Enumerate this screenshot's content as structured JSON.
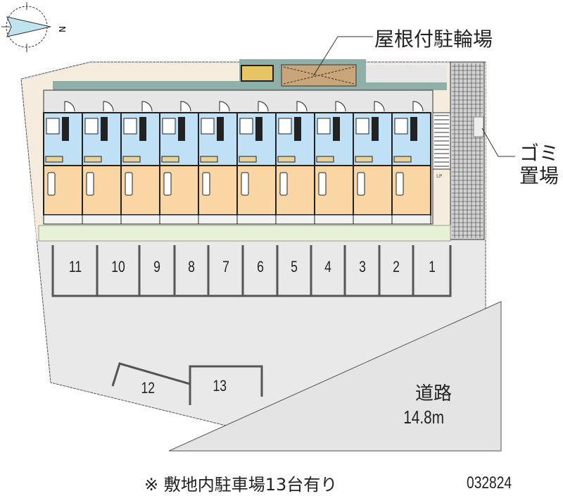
{
  "labels": {
    "bike_parking": "屋根付駐輪場",
    "garbage_line1": "ゴミ",
    "garbage_line2": "置場",
    "road": "道路",
    "road_width": "14.8m",
    "footnote": "※ 敷地内駐車場13台有り",
    "property_code": "032824",
    "compass_n": "N",
    "stair_label": "LP"
  },
  "parking_spaces": [
    "11",
    "10",
    "9",
    "8",
    "7",
    "6",
    "5",
    "4",
    "3",
    "2",
    "1"
  ],
  "extra_spaces": [
    "12",
    "13"
  ],
  "unit_count": 10,
  "colors": {
    "site": "#e9e9e9",
    "yard": "#f6ecdd",
    "unit_wet": "#bfe0f5",
    "unit_room": "#f9d6a3",
    "roof": "#8fb0a8",
    "bike": "#c9a57a",
    "green": "#e6f2d6"
  }
}
